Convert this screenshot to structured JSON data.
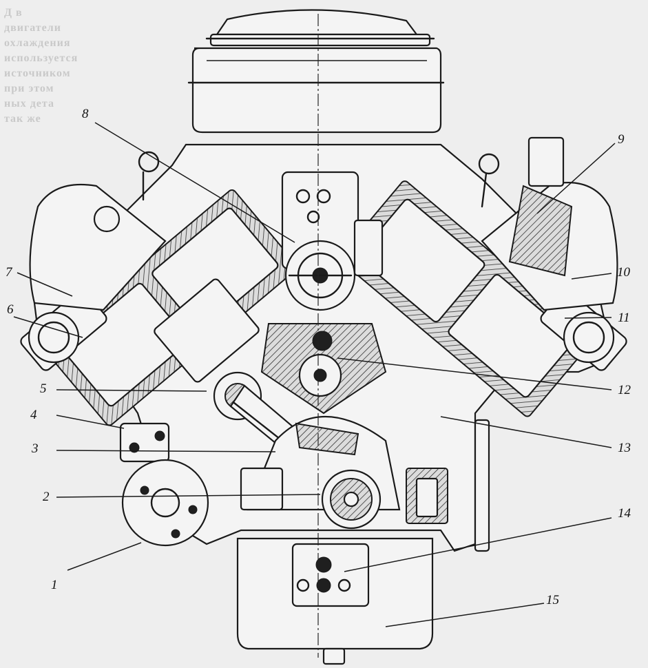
{
  "figure": {
    "bleed_text_lines": [
      "Д в",
      "двигатели",
      "охлаждения",
      "используется",
      "источником",
      "при этом",
      "ных дета",
      "так же"
    ],
    "callouts": [
      {
        "id": "1",
        "text": "1"
      },
      {
        "id": "2",
        "text": "2"
      },
      {
        "id": "3",
        "text": "3"
      },
      {
        "id": "4",
        "text": "4"
      },
      {
        "id": "5",
        "text": "5"
      },
      {
        "id": "6",
        "text": "6"
      },
      {
        "id": "7",
        "text": "7"
      },
      {
        "id": "8",
        "text": "8"
      },
      {
        "id": "9",
        "text": "9"
      },
      {
        "id": "10",
        "text": "10"
      },
      {
        "id": "11",
        "text": "11"
      },
      {
        "id": "12",
        "text": "12"
      },
      {
        "id": "13",
        "text": "13"
      },
      {
        "id": "14",
        "text": "14"
      },
      {
        "id": "15",
        "text": "15"
      }
    ]
  }
}
